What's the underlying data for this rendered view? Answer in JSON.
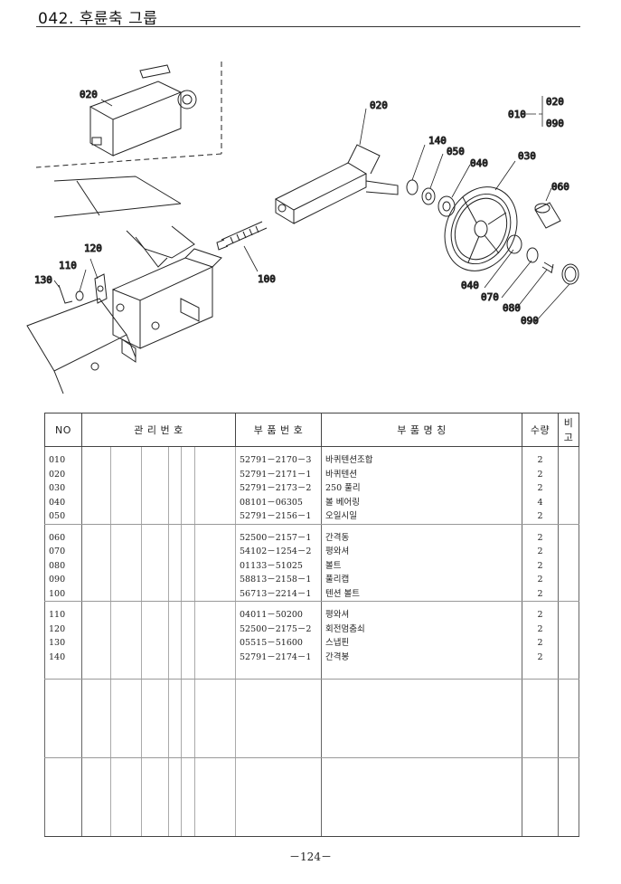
{
  "header": {
    "title": "042. 후륜축 그룹"
  },
  "diagram": {
    "labels": {
      "l020a": "020",
      "l020b": "020",
      "l010": "010",
      "l020r": "020",
      "l090r": "090",
      "l140": "140",
      "l050": "050",
      "l040a": "040",
      "l030": "030",
      "l060": "060",
      "l040b": "040",
      "l070": "070",
      "l080": "080",
      "l090": "090",
      "l100": "100",
      "l110": "110",
      "l120": "120",
      "l130": "130"
    }
  },
  "table": {
    "headers": {
      "no": "NO",
      "mgmt": "관 리 번 호",
      "part": "부 품 번 호",
      "name": "부   품   명   칭",
      "qty": "수량",
      "note": "비 고"
    },
    "groups": [
      [
        {
          "no": "010",
          "part": "52791－2170－3",
          "name": "바퀴텐션조합",
          "qty": "2"
        },
        {
          "no": "020",
          "part": "52791－2171－1",
          "name": "바퀴텐션",
          "qty": "2"
        },
        {
          "no": "030",
          "part": "52791－2173－2",
          "name": "250 풀리",
          "qty": "2"
        },
        {
          "no": "040",
          "part": "08101－06305",
          "name": "볼 베어링",
          "qty": "4"
        },
        {
          "no": "050",
          "part": "52791－2156－1",
          "name": "오일시일",
          "qty": "2"
        }
      ],
      [
        {
          "no": "060",
          "part": "52500－2157－1",
          "name": "간격동",
          "qty": "2"
        },
        {
          "no": "070",
          "part": "54102－1254－2",
          "name": "평와셔",
          "qty": "2"
        },
        {
          "no": "080",
          "part": "01133－51025",
          "name": "볼트",
          "qty": "2"
        },
        {
          "no": "090",
          "part": "58813－2158－1",
          "name": "풀리캡",
          "qty": "2"
        },
        {
          "no": "100",
          "part": "56713－2214－1",
          "name": "텐션 볼트",
          "qty": "2"
        }
      ],
      [
        {
          "no": "110",
          "part": "04011－50200",
          "name": "평와셔",
          "qty": "2"
        },
        {
          "no": "120",
          "part": "52500－2175－2",
          "name": "회전멈춤쇠",
          "qty": "2"
        },
        {
          "no": "130",
          "part": "05515－51600",
          "name": "스냅핀",
          "qty": "2"
        },
        {
          "no": "140",
          "part": "52791－2174－1",
          "name": "간격봉",
          "qty": "2"
        }
      ]
    ]
  },
  "footer": {
    "page": "－124－"
  }
}
